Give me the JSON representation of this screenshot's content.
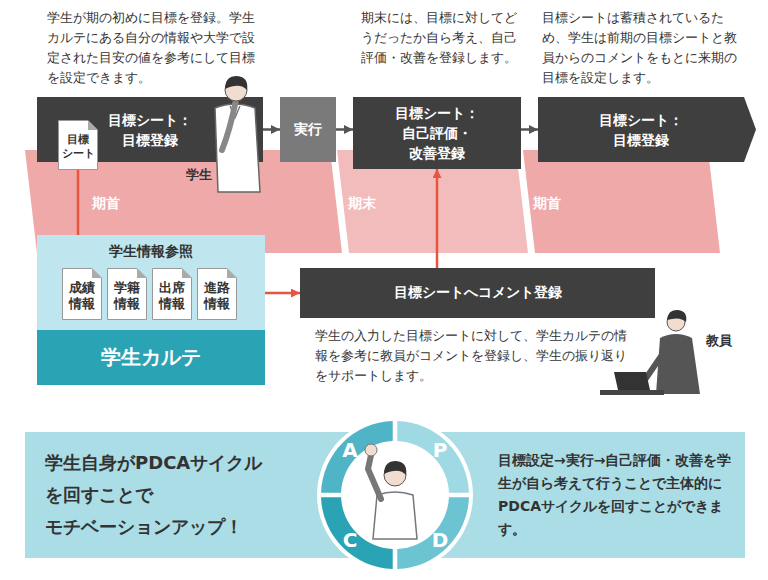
{
  "diagram": {
    "nodes": [
      {
        "text": [
          "学生が期の初めに目標を登録。学生カルテにある自分の情報や大学で設定された目安の値を参考にして目標を設定できます。",
          "目標シート： 目標登録"
        ]
      },
      {
        "text": [
          "実行"
        ]
      },
      {
        "text": [
          "期末には、目標に対してどうだったか自ら考え、自己評価・改善を登録します。",
          "目標シート： 自己評価・改善登録"
        ]
      },
      {
        "text": [
          "目標シートは蓄積されているため、学生は前期の目標シートと教員からのコメントをもとに来期の目標を設定します。",
          "目標シート： 目標登録"
        ]
      },
      {
        "text": [
          "目標 シート"
        ]
      },
      {
        "text": [
          "学生情報参照",
          "学生カルテ"
        ]
      },
      {
        "text": [
          "成績情報"
        ],
        "in": 5
      },
      {
        "text": [
          "学籍情報"
        ],
        "in": 5
      },
      {
        "text": [
          "出席情報"
        ],
        "in": 5
      },
      {
        "text": [
          "進路情報"
        ],
        "in": 5
      },
      {
        "text": [
          "目標シートへコメント登録",
          "学生の入力した目標シートに対して、学生カルテの情報を参考に教員がコメントを登録し、学生の振り返りをサポートします。"
        ]
      },
      {
        "text": [
          "学生自身がPDCAサイクル を回すことで モチベーションアップ！",
          "目標設定→実行→自己評価・改善を学生が自ら考えて行うことで主体的にPDCAサイクルを回すことができます。"
        ]
      }
    ],
    "edges": [
      {
        "from": 0,
        "to": 1,
        "arrow": "to"
      },
      {
        "from": 1,
        "to": 2,
        "arrow": "to"
      },
      {
        "from": 2,
        "to": 3,
        "arrow": "to"
      },
      {
        "from": 4,
        "to": 5,
        "arrow": "none"
      },
      {
        "from": 5,
        "to": 10,
        "arrow": "to"
      },
      {
        "from": 10,
        "to": 2,
        "arrow": "to"
      }
    ],
    "labels": [
      "学生",
      "期首",
      "期末",
      "期首",
      "教員",
      "P",
      "D",
      "C",
      "A"
    ]
  }
}
